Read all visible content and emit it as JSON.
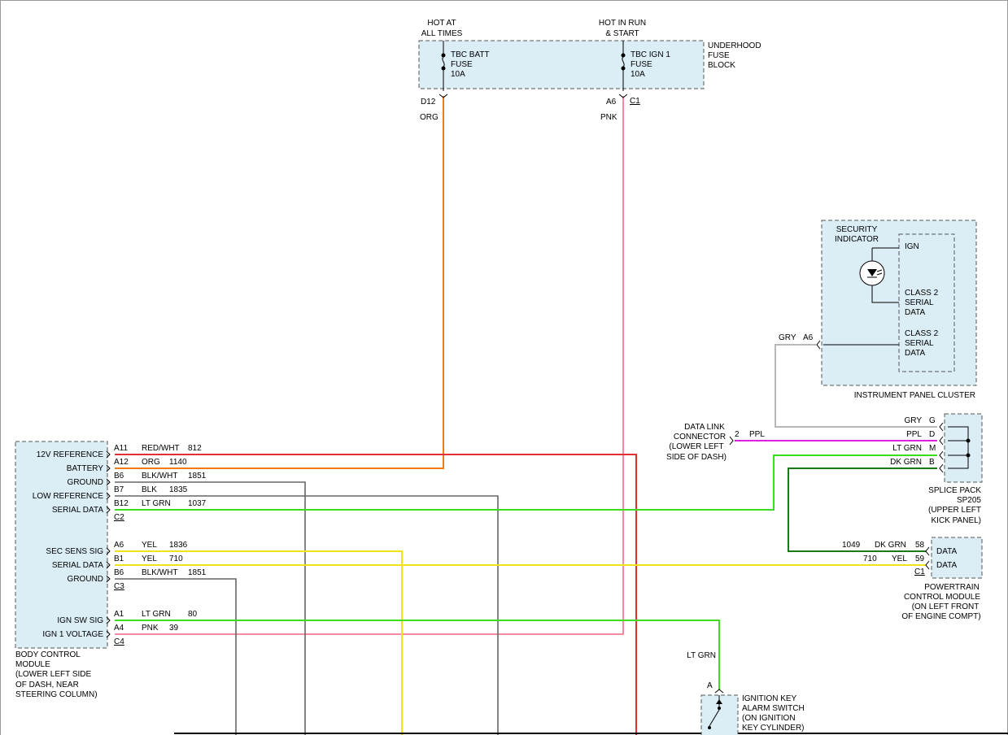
{
  "fuse_block": {
    "hot1": [
      "HOT AT",
      "ALL TIMES"
    ],
    "hot2": [
      "HOT IN RUN",
      "& START"
    ],
    "label": [
      "UNDERHOOD",
      "FUSE",
      "BLOCK"
    ],
    "fuse1": [
      "TBC BATT",
      "FUSE",
      "10A"
    ],
    "fuse2": [
      "TBC IGN 1",
      "FUSE",
      "10A"
    ],
    "pin1": "D12",
    "pin2": "A6",
    "conn2": "C1",
    "wire1": "ORG",
    "wire2": "PNK"
  },
  "cluster": {
    "indicator": [
      "SECURITY",
      "INDICATOR"
    ],
    "ign": "IGN",
    "class2a": [
      "CLASS 2",
      "SERIAL",
      "DATA"
    ],
    "class2b": [
      "CLASS 2",
      "SERIAL",
      "DATA"
    ],
    "pin": "A6",
    "wire": "GRY",
    "label": "INSTRUMENT PANEL CLUSTER"
  },
  "dlc": {
    "label": [
      "DATA LINK",
      "CONNECTOR",
      "(LOWER LEFT",
      "SIDE OF DASH)"
    ],
    "pin": "2",
    "wire": "PPL"
  },
  "splice": {
    "wires": [
      {
        "color": "GRY",
        "pin": "G"
      },
      {
        "color": "PPL",
        "pin": "D"
      },
      {
        "color": "LT GRN",
        "pin": "M"
      },
      {
        "color": "DK GRN",
        "pin": "B"
      }
    ],
    "label": [
      "SPLICE PACK",
      "SP205",
      "(UPPER LEFT",
      "KICK PANEL)"
    ]
  },
  "pcm": {
    "rows": [
      {
        "circuit": "1049",
        "color": "DK GRN",
        "pin": "58",
        "label": "DATA"
      },
      {
        "circuit": "710",
        "color": "YEL",
        "pin": "59",
        "label": "DATA"
      }
    ],
    "conn": "C1",
    "label": [
      "POWERTRAIN",
      "CONTROL MODULE",
      "(ON LEFT FRONT",
      "OF ENGINE COMPT)"
    ]
  },
  "bcm": {
    "rows": [
      {
        "label": "12V REFERENCE",
        "pin": "A11",
        "color": "RED/WHT",
        "circuit": "812"
      },
      {
        "label": "BATTERY",
        "pin": "A12",
        "color": "ORG",
        "circuit": "1140"
      },
      {
        "label": "GROUND",
        "pin": "B6",
        "color": "BLK/WHT",
        "circuit": "1851"
      },
      {
        "label": "LOW REFERENCE",
        "pin": "B7",
        "color": "BLK",
        "circuit": "1835"
      },
      {
        "label": "SERIAL DATA",
        "pin": "B12",
        "color": "LT GRN",
        "circuit": "1037"
      },
      {
        "label": "SEC SENS SIG",
        "pin": "A6",
        "color": "YEL",
        "circuit": "1836"
      },
      {
        "label": "SERIAL DATA",
        "pin": "B1",
        "color": "YEL",
        "circuit": "710"
      },
      {
        "label": "GROUND",
        "pin": "B6",
        "color": "BLK/WHT",
        "circuit": "1851"
      },
      {
        "label": "IGN SW SIG",
        "pin": "A1",
        "color": "LT GRN",
        "circuit": "80"
      },
      {
        "label": "IGN 1 VOLTAGE",
        "pin": "A4",
        "color": "PNK",
        "circuit": "39"
      }
    ],
    "conns": [
      "C2",
      "C3",
      "C4"
    ],
    "label": [
      "BODY CONTROL",
      "MODULE",
      "(LOWER LEFT SIDE",
      "OF DASH, NEAR",
      "STEERING COLUMN)"
    ]
  },
  "switch": {
    "pin": "A",
    "wire": "LT GRN",
    "label": [
      "IGNITION KEY",
      "ALARM SWITCH",
      "(ON IGNITION",
      "KEY CYLINDER)"
    ]
  },
  "colors": {
    "org": "#f07d10",
    "pnk": "#f28aa0",
    "red": "#e03030",
    "ltgrn": "#3ddc1f",
    "dkgrn": "#1a7a1a",
    "yel": "#f2e21a",
    "gry": "#b8b8b8",
    "ppl": "#e020e0",
    "blk": "#555555"
  }
}
